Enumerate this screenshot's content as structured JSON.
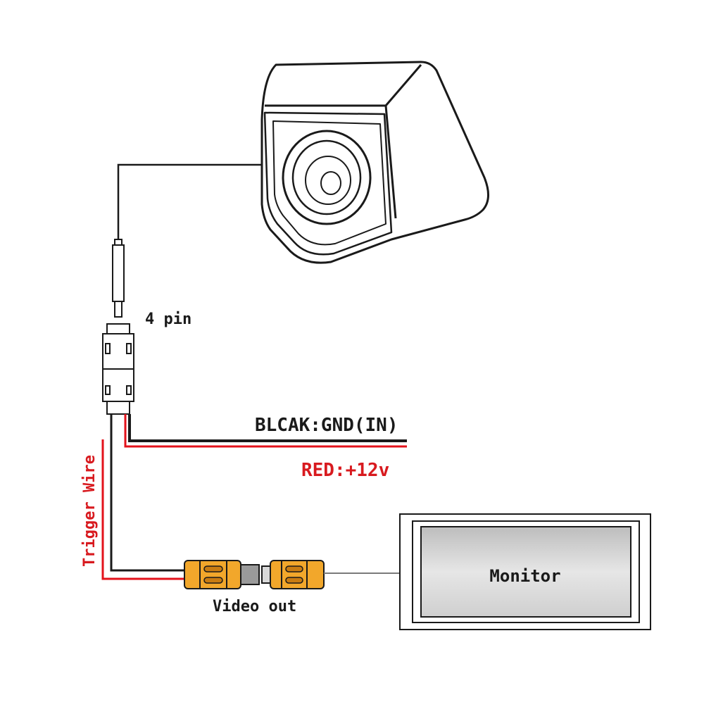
{
  "labels": {
    "four_pin": "4 pin",
    "ground": "BLCAK:GND(IN)",
    "power": "RED:+12v",
    "trigger": "Trigger Wire",
    "video_out": "Video out",
    "monitor": "Monitor"
  },
  "colors": {
    "red_wire": "#e3121b",
    "red_text": "#d81a1f",
    "black": "#1a1a1a",
    "rca_orange": "#f2a72b",
    "rca_orange_dark": "#c97c12",
    "monitor_screen": "#d6d6d6"
  }
}
